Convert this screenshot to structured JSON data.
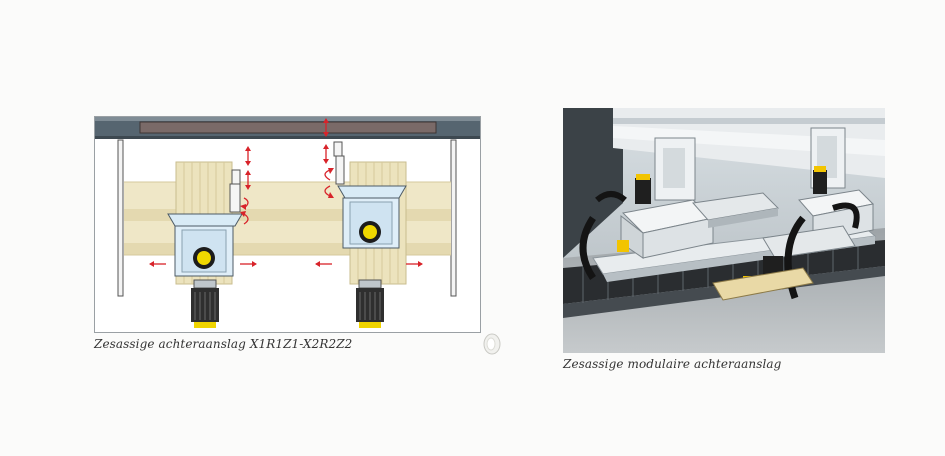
{
  "figures": [
    {
      "kind": "technical-diagram",
      "caption": "Zesassige achteraanslag X1R1Z1-X2R2Z2",
      "colors": {
        "beam": "#4f5e6a",
        "beam_slot": "#7a6a68",
        "rail": "#efe7c7",
        "carriage": "#dfeef8",
        "arrow": "#d8232a",
        "motor": "#2f2f2f",
        "axis_ring": "#f0d800"
      }
    },
    {
      "kind": "machine-photo",
      "caption": "Zesassige modulaire achteraanslag",
      "colors": {
        "frame": "#d8dde0",
        "conveyor": "#2a2d30",
        "motor_label": "#f2c400"
      }
    }
  ]
}
